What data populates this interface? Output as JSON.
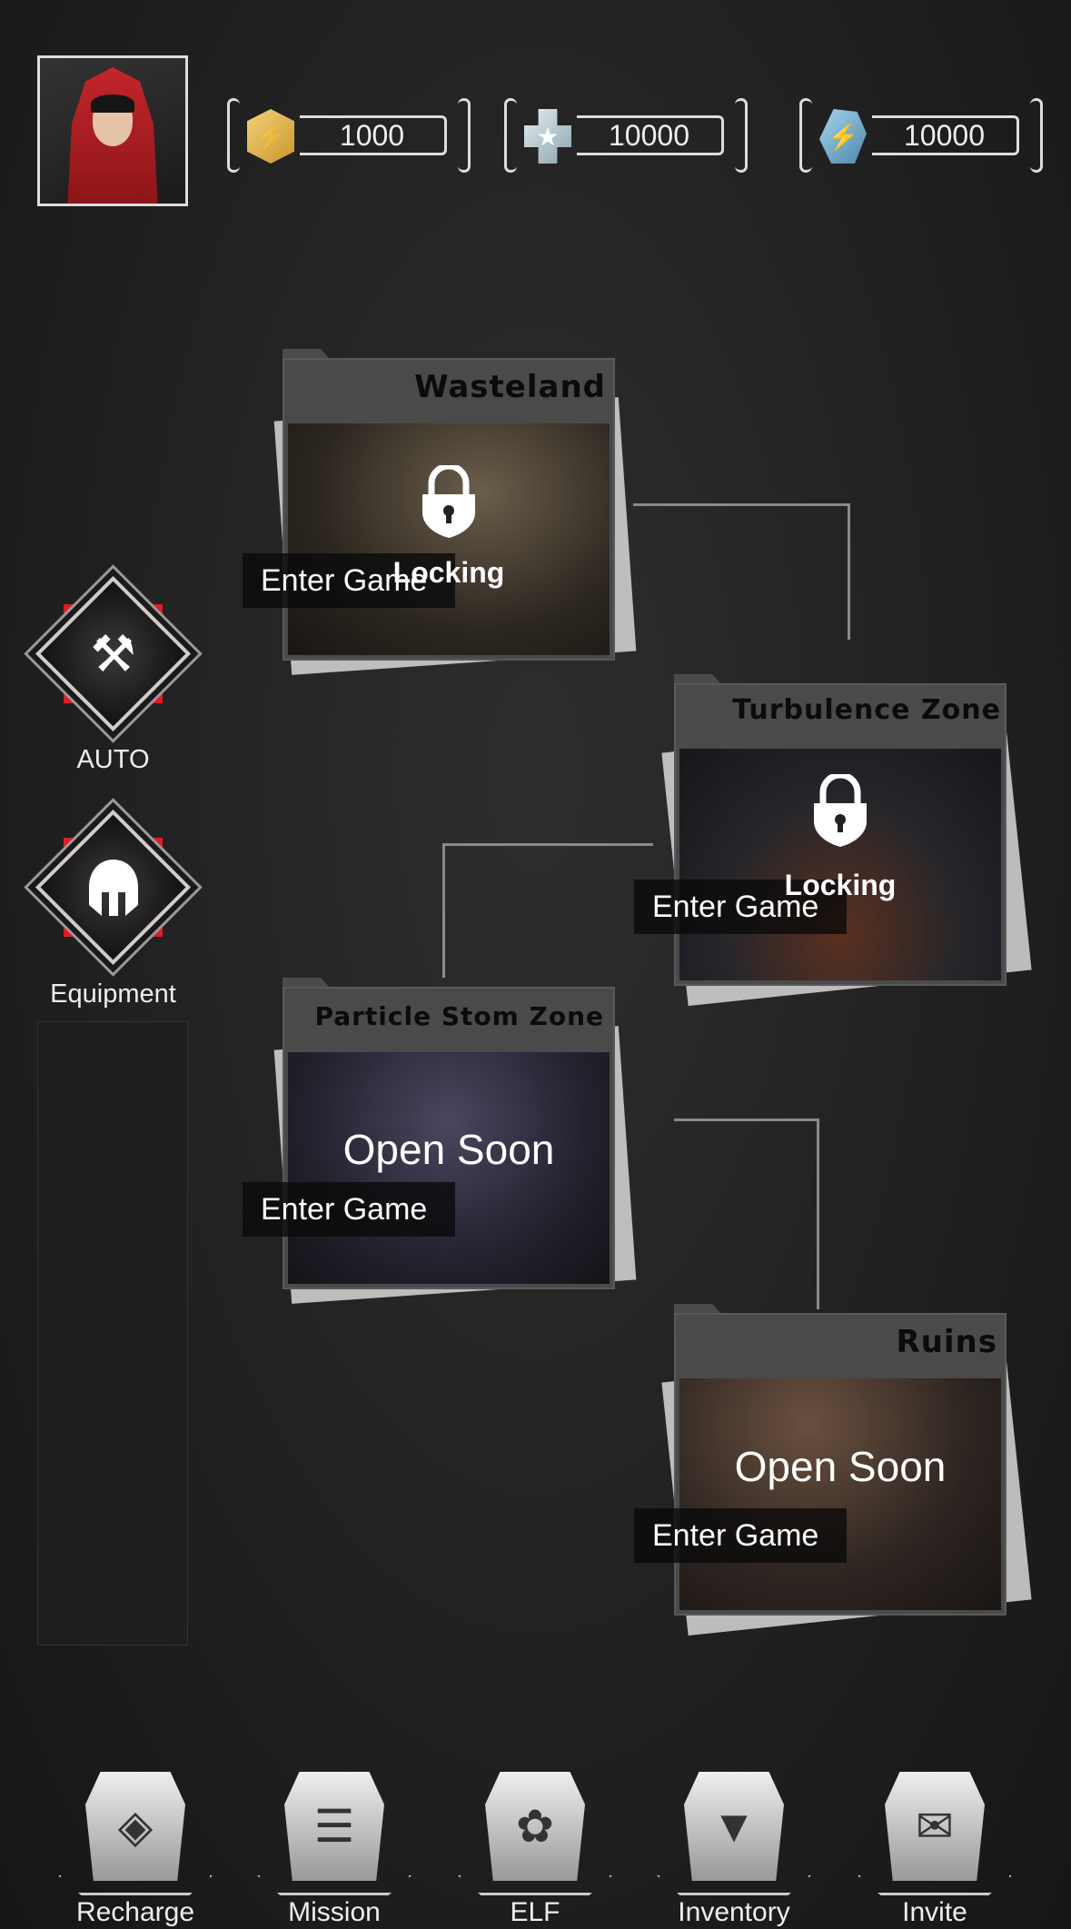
{
  "header": {
    "currencies": [
      {
        "icon": "gold-coin-icon",
        "value": "1000",
        "color": "#e0b04a"
      },
      {
        "icon": "puzzle-piece-icon",
        "value": "10000",
        "color": "#c5d6dc"
      },
      {
        "icon": "energy-crystal-icon",
        "value": "10000",
        "color": "#7fb8db"
      }
    ]
  },
  "side": {
    "auto_label": "AUTO",
    "equipment_label": "Equipment"
  },
  "stages": [
    {
      "title": "Wasteland",
      "status": "Locking",
      "enter": "Enter Game",
      "locked": true
    },
    {
      "title": "Turbulence Zone",
      "status": "Locking",
      "enter": "Enter Game",
      "locked": true
    },
    {
      "title": "Particle Stom Zone",
      "status": "Open Soon",
      "enter": "Enter Game",
      "locked": false
    },
    {
      "title": "Ruins",
      "status": "Open Soon",
      "enter": "Enter Game",
      "locked": false
    }
  ],
  "nav": [
    {
      "label": "Recharge",
      "icon": "recharge-icon"
    },
    {
      "label": "Mission",
      "icon": "mission-clipboard-icon"
    },
    {
      "label": "ELF",
      "icon": "elf-icon"
    },
    {
      "label": "Inventory",
      "icon": "inventory-icon"
    },
    {
      "label": "Invite",
      "icon": "invite-envelope-icon"
    }
  ],
  "colors": {
    "accent_red": "#e01b24",
    "card_header": "#4a4a4a"
  }
}
